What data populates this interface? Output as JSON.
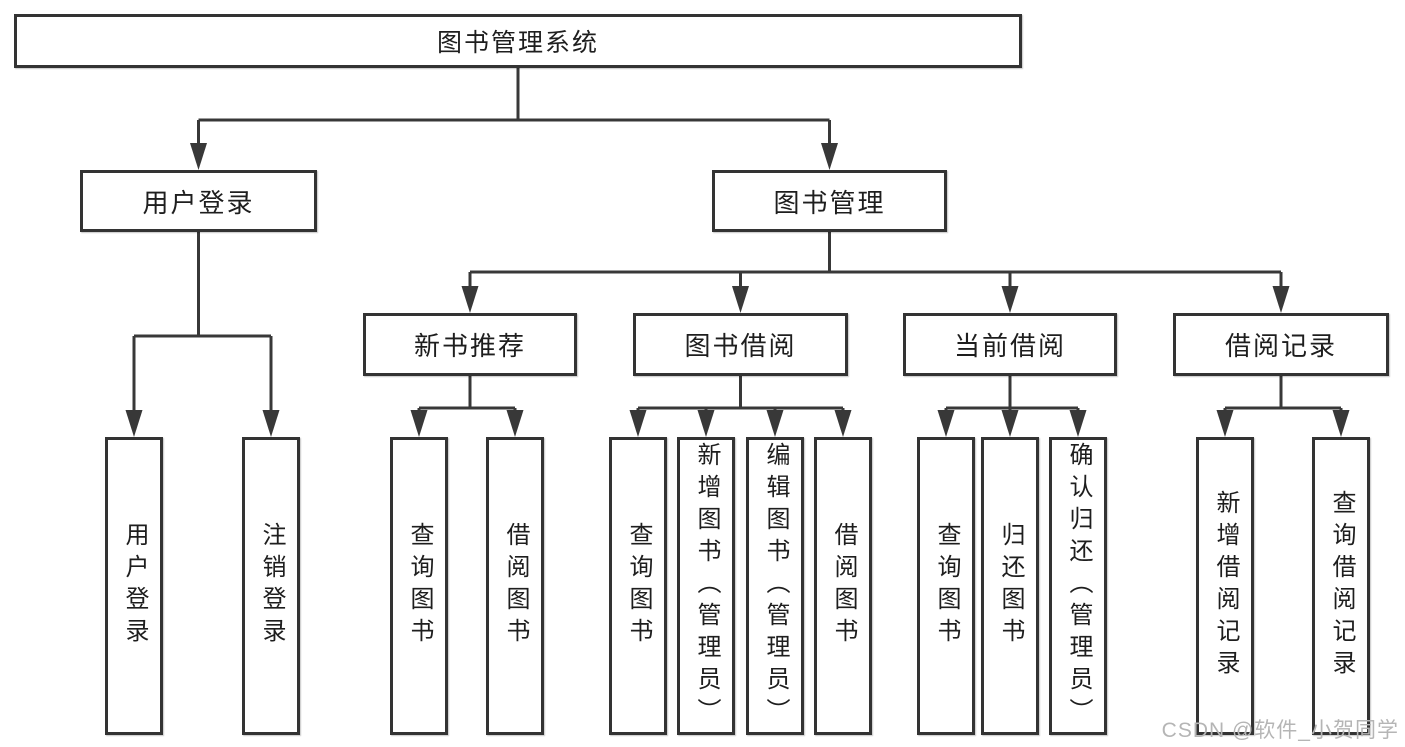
{
  "colors": {
    "background": "#ffffff",
    "box_fill": "#ffffff",
    "box_border": "#333333",
    "line": "#383838",
    "text": "#1e1e1e",
    "watermark": "#b5b5b5"
  },
  "watermark": {
    "text": "CSDN @软件_小贺同学"
  },
  "nodes": [
    {
      "id": "root",
      "label": "图书管理系统",
      "children": [
        "user-login",
        "book-mgmt"
      ]
    },
    {
      "id": "user-login",
      "label": "用户登录",
      "children": [
        "leaf-user-login",
        "leaf-logout"
      ]
    },
    {
      "id": "book-mgmt",
      "label": "图书管理",
      "children": [
        "new-book-rec",
        "book-borrow",
        "current-borrow",
        "borrow-records"
      ]
    },
    {
      "id": "new-book-rec",
      "label": "新书推荐",
      "children": [
        "leaf-query-books-1",
        "leaf-borrow-books-1"
      ]
    },
    {
      "id": "book-borrow",
      "label": "图书借阅",
      "children": [
        "leaf-query-books-2",
        "leaf-add-books-admin",
        "leaf-edit-books-admin",
        "leaf-borrow-books-2"
      ]
    },
    {
      "id": "current-borrow",
      "label": "当前借阅",
      "children": [
        "leaf-query-books-3",
        "leaf-return-books",
        "leaf-confirm-return-admin"
      ]
    },
    {
      "id": "borrow-records",
      "label": "借阅记录",
      "children": [
        "leaf-add-borrow-record",
        "leaf-query-borrow-record"
      ]
    },
    {
      "id": "leaf-user-login",
      "label": "用户登录",
      "children": []
    },
    {
      "id": "leaf-logout",
      "label": "注销登录",
      "children": []
    },
    {
      "id": "leaf-query-books-1",
      "label": "查询图书",
      "children": []
    },
    {
      "id": "leaf-borrow-books-1",
      "label": "借阅图书",
      "children": []
    },
    {
      "id": "leaf-query-books-2",
      "label": "查询图书",
      "children": []
    },
    {
      "id": "leaf-add-books-admin",
      "label": "新增图书（管理员）",
      "children": []
    },
    {
      "id": "leaf-edit-books-admin",
      "label": "编辑图书（管理员）",
      "children": []
    },
    {
      "id": "leaf-borrow-books-2",
      "label": "借阅图书",
      "children": []
    },
    {
      "id": "leaf-query-books-3",
      "label": "查询图书",
      "children": []
    },
    {
      "id": "leaf-return-books",
      "label": "归还图书",
      "children": []
    },
    {
      "id": "leaf-confirm-return-admin",
      "label": "确认归还（管理员）",
      "children": []
    },
    {
      "id": "leaf-add-borrow-record",
      "label": "新增借阅记录",
      "children": []
    },
    {
      "id": "leaf-query-borrow-record",
      "label": "查询借阅记录",
      "children": []
    }
  ]
}
